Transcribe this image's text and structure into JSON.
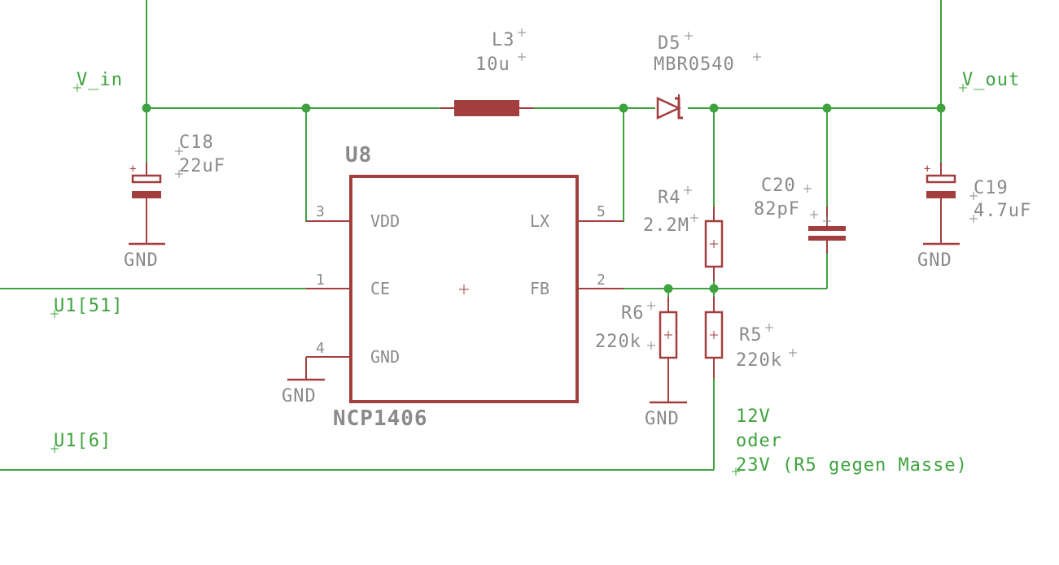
{
  "colors": {
    "wire": "#3ea33e",
    "symbol": "#a33e3e",
    "label": "#8a8a8a"
  },
  "ic": {
    "name": "U8",
    "value": "NCP1406",
    "pins": {
      "vdd": {
        "num": "3",
        "name": "VDD"
      },
      "ce": {
        "num": "1",
        "name": "CE"
      },
      "gnd": {
        "num": "4",
        "name": "GND"
      },
      "lx": {
        "num": "5",
        "name": "LX"
      },
      "fb": {
        "num": "2",
        "name": "FB"
      }
    }
  },
  "inductor": {
    "name": "L3",
    "value": "10u"
  },
  "diode": {
    "name": "D5",
    "value": "MBR0540"
  },
  "c18": {
    "name": "C18",
    "value": "22uF"
  },
  "c19": {
    "name": "C19",
    "value": "4.7uF"
  },
  "c20": {
    "name": "C20",
    "value": "82pF"
  },
  "r4": {
    "name": "R4",
    "value": "2.2M"
  },
  "r5": {
    "name": "R5",
    "value": "220k"
  },
  "r6": {
    "name": "R6",
    "value": "220k"
  },
  "gnd_label": "GND",
  "nets": {
    "v_in": "V_in",
    "v_out": "V_out",
    "u1_51": "U1[51]",
    "u1_6": "U1[6]"
  },
  "note": {
    "line1": "12V",
    "line2": "oder",
    "line3": "23V (R5 gegen Masse)"
  }
}
